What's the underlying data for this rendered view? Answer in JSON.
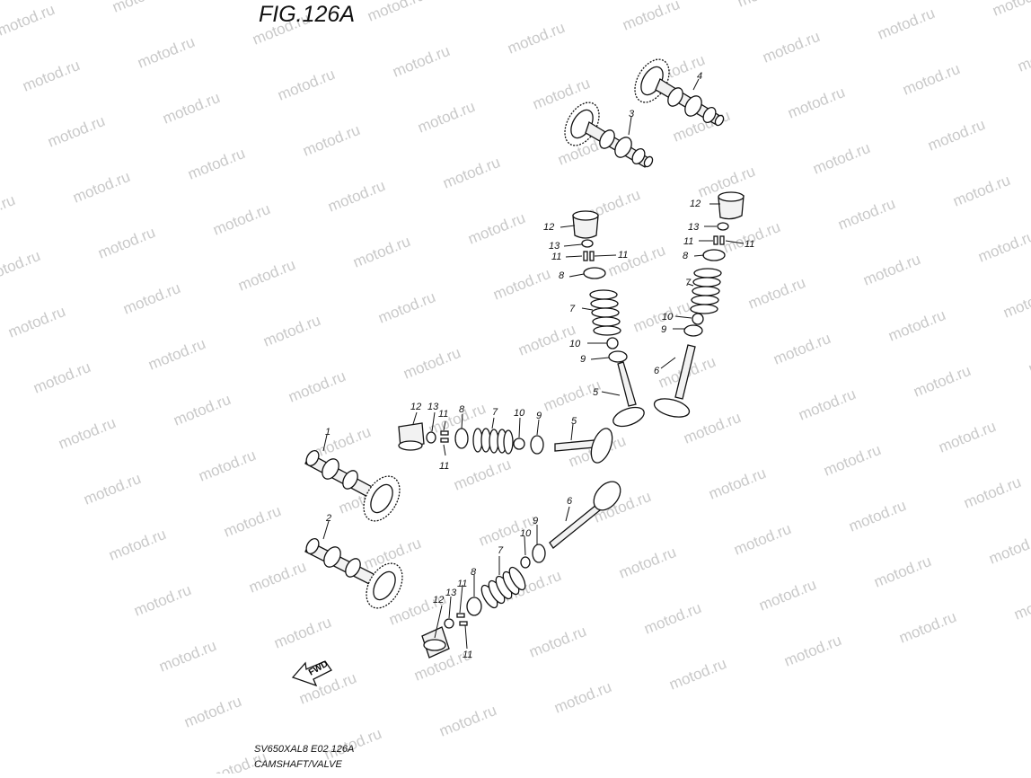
{
  "figure": {
    "title": "FIG.126A",
    "code": "SV650XAL8 E02 126A",
    "caption": "CAMSHAFT/VALVE"
  },
  "watermark": {
    "text": "motod.ru",
    "color": "#c9c9c9"
  },
  "fwd_label": "FWD",
  "callouts": [
    "1",
    "2",
    "3",
    "4",
    "5",
    "5",
    "6",
    "6",
    "7",
    "7",
    "7",
    "7",
    "8",
    "8",
    "8",
    "8",
    "9",
    "9",
    "9",
    "9",
    "10",
    "10",
    "10",
    "10",
    "11",
    "11",
    "11",
    "11",
    "11",
    "11",
    "11",
    "11",
    "12",
    "12",
    "12",
    "12",
    "13",
    "13",
    "13",
    "13"
  ]
}
